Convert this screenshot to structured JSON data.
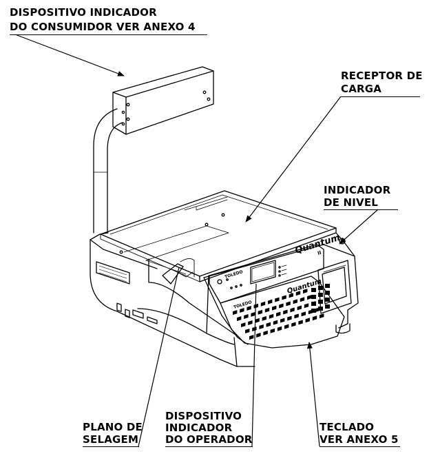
{
  "labels": {
    "consumer_display": {
      "line1": "DISPOSITIVO INDICADOR",
      "line2": "DO CONSUMIDOR VER ANEXO 4"
    },
    "load_receptor": {
      "line1": "RECEPTOR DE",
      "line2": "CARGA"
    },
    "level_indicator": {
      "line1": "INDICADOR",
      "line2": "DE NIVEL"
    },
    "sealing_plane": {
      "line1": "PLANO DE",
      "line2": "SELAGEM"
    },
    "operator_display": {
      "line1": "DISPOSITIVO",
      "line2": "INDICADOR",
      "line3": "DO OPERADOR"
    },
    "keyboard": {
      "line1": "TECLADO",
      "line2": "VER ANEXO 5"
    }
  },
  "device": {
    "brand": "Quantum",
    "model_mark": "II",
    "panel_brand": "TOLEDO"
  },
  "colors": {
    "ink": "#000000",
    "paper": "#ffffff"
  }
}
